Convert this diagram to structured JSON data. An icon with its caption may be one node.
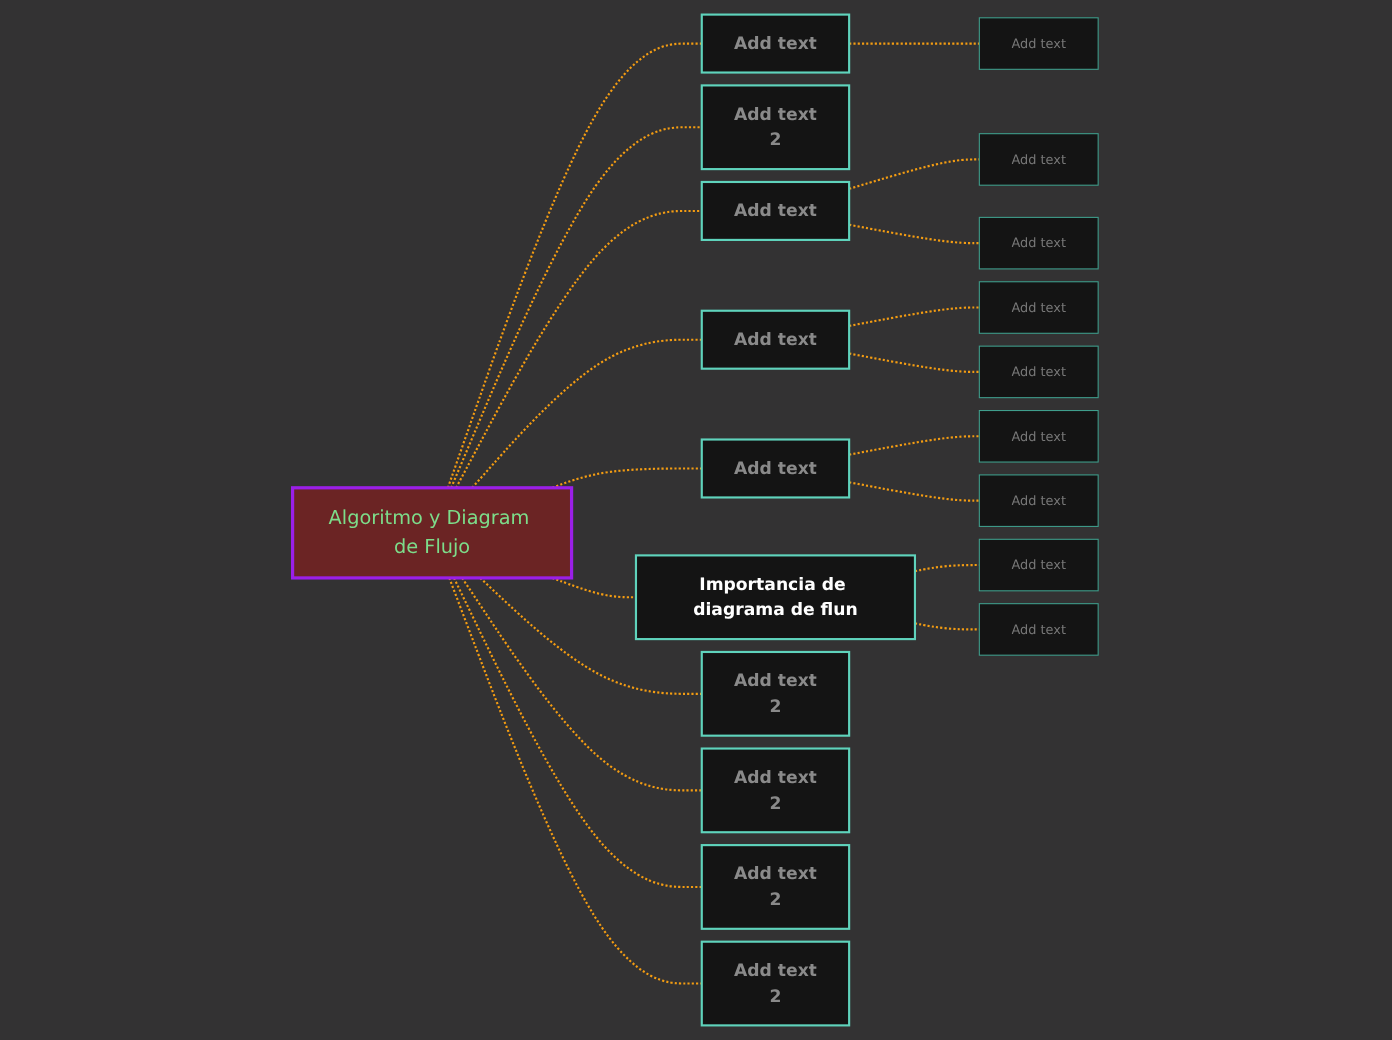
{
  "diagram": {
    "nodes": [
      {
        "text": [
          "Algoritmo y Diagram de Flujo"
        ]
      },
      {
        "text": [
          "Add text"
        ]
      },
      {
        "text": [
          "Add text"
        ]
      },
      {
        "text": [
          "Add text",
          "2"
        ]
      },
      {
        "text": [
          "Add text"
        ]
      },
      {
        "text": [
          "Add text"
        ]
      },
      {
        "text": [
          "Add text"
        ]
      },
      {
        "text": [
          "Add text"
        ]
      },
      {
        "text": [
          "Add text"
        ]
      },
      {
        "text": [
          "Add text"
        ]
      },
      {
        "text": [
          "Add text"
        ]
      },
      {
        "text": [
          "Add text"
        ]
      },
      {
        "text": [
          "Add text"
        ]
      },
      {
        "text": [
          "Importancia de diagrama de flun"
        ]
      },
      {
        "text": [
          "Add text"
        ]
      },
      {
        "text": [
          "Add text"
        ]
      },
      {
        "text": [
          "Add text",
          "2"
        ]
      },
      {
        "text": [
          "Add text",
          "2"
        ]
      },
      {
        "text": [
          "Add text",
          "2"
        ]
      },
      {
        "text": [
          "Add text",
          "2"
        ]
      }
    ],
    "edges": [
      {
        "from": 0,
        "to": 1,
        "arrow": "none",
        "style": "dashed"
      },
      {
        "from": 1,
        "to": 2,
        "arrow": "none",
        "style": "dashed"
      },
      {
        "from": 0,
        "to": 3,
        "arrow": "none",
        "style": "dashed"
      },
      {
        "from": 0,
        "to": 4,
        "arrow": "none",
        "style": "dashed"
      },
      {
        "from": 4,
        "to": 5,
        "arrow": "none",
        "style": "dashed"
      },
      {
        "from": 4,
        "to": 6,
        "arrow": "none",
        "style": "dashed"
      },
      {
        "from": 0,
        "to": 7,
        "arrow": "none",
        "style": "dashed"
      },
      {
        "from": 7,
        "to": 8,
        "arrow": "none",
        "style": "dashed"
      },
      {
        "from": 7,
        "to": 9,
        "arrow": "none",
        "style": "dashed"
      },
      {
        "from": 0,
        "to": 10,
        "arrow": "none",
        "style": "dashed"
      },
      {
        "from": 10,
        "to": 11,
        "arrow": "none",
        "style": "dashed"
      },
      {
        "from": 10,
        "to": 12,
        "arrow": "none",
        "style": "dashed"
      },
      {
        "from": 0,
        "to": 13,
        "arrow": "none",
        "style": "dashed"
      },
      {
        "from": 13,
        "to": 14,
        "arrow": "none",
        "style": "dashed"
      },
      {
        "from": 13,
        "to": 15,
        "arrow": "none",
        "style": "dashed"
      },
      {
        "from": 0,
        "to": 16,
        "arrow": "none",
        "style": "dashed"
      },
      {
        "from": 0,
        "to": 17,
        "arrow": "none",
        "style": "dashed"
      },
      {
        "from": 0,
        "to": 18,
        "arrow": "none",
        "style": "dashed"
      },
      {
        "from": 0,
        "to": 19,
        "arrow": "none",
        "style": "dashed"
      }
    ]
  }
}
